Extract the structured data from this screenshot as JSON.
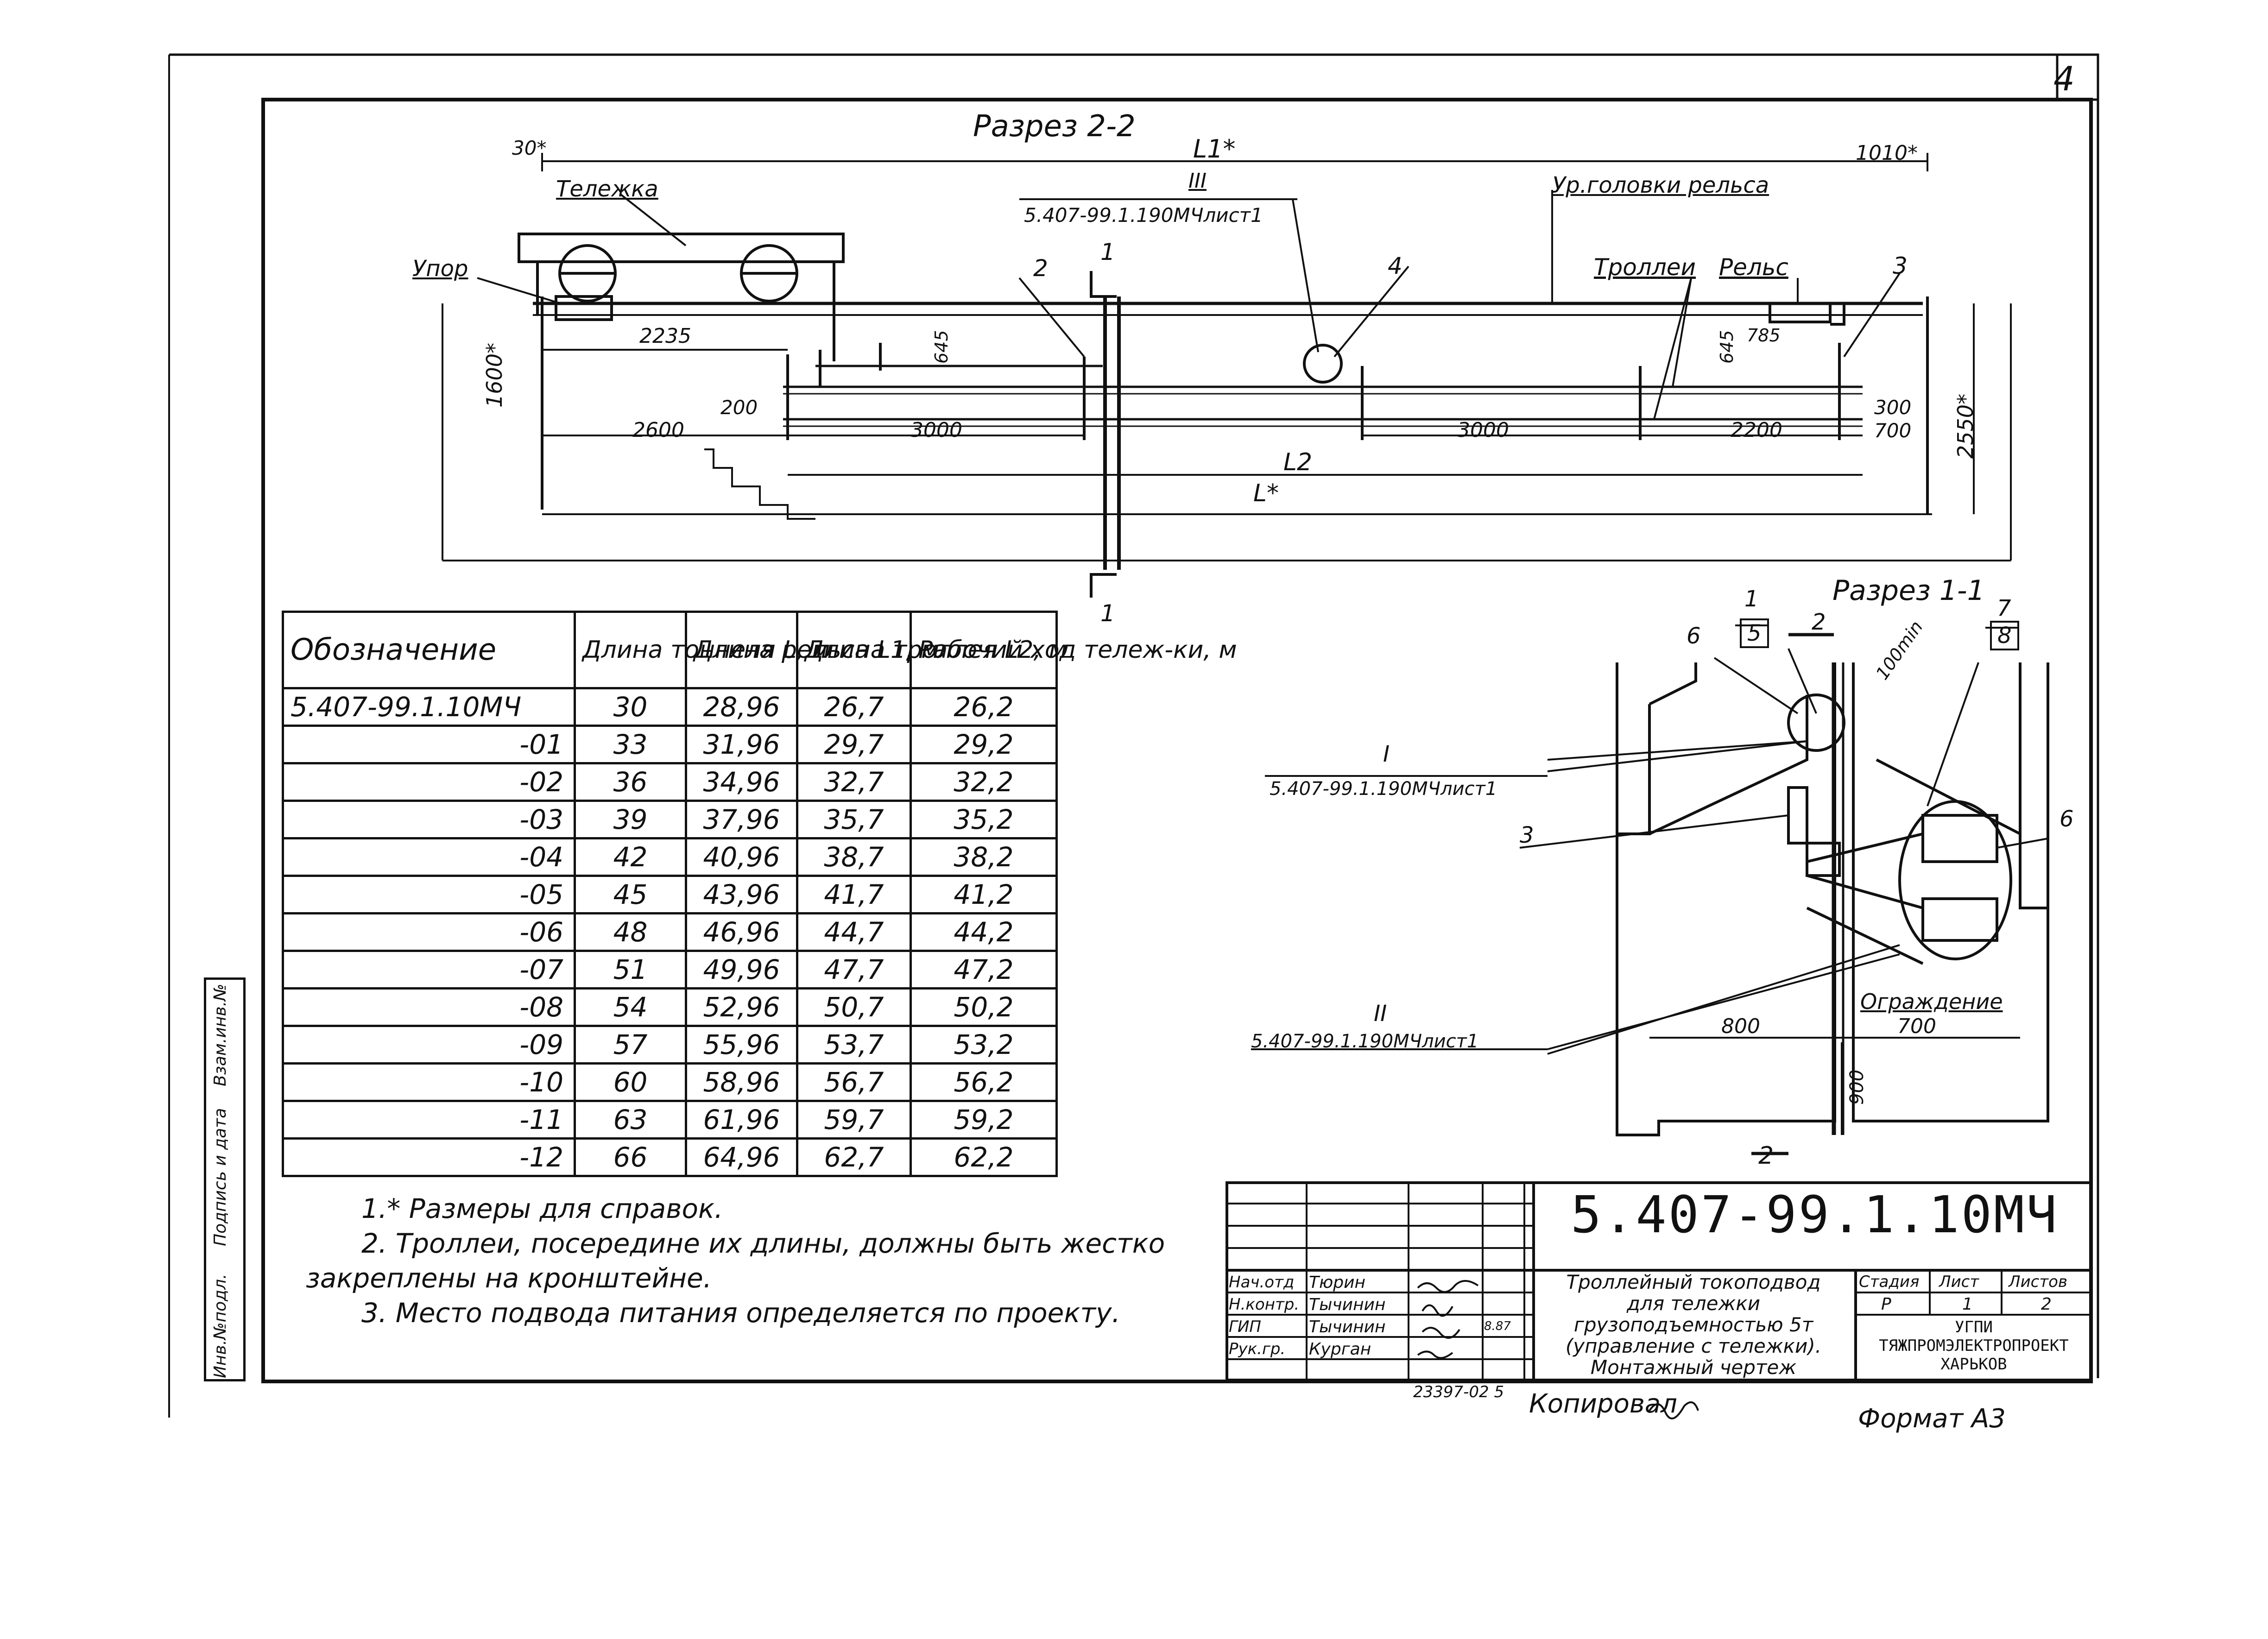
{
  "sheet_number": "4",
  "section_22": {
    "title": "Разрез 2-2",
    "labels": {
      "dim_30": "30*",
      "L1": "L1*",
      "dim_1010": "1010*",
      "trolley": "Тележка",
      "stop": "Упор",
      "ref_III": "III",
      "ref_III_doc": "5.407-99.1.190МЧлист1",
      "rail_head_level": "Ур.головки рельса",
      "callout_2": "2",
      "callout_4": "4",
      "callout_3": "3",
      "trolleys": "Троллеи",
      "rail": "Рельс",
      "section_mark": "1",
      "dim_2235": "2235",
      "dim_645a": "645",
      "dim_645b": "645",
      "dim_785": "785",
      "dim_1600": "1600*",
      "dim_2550": "2550*",
      "dim_200": "200",
      "dim_2600": "2600",
      "dim_3000a": "3000",
      "dim_3000b": "3000",
      "dim_2200": "2200",
      "dim_300": "300",
      "dim_700": "700",
      "L2": "L2",
      "L": "L*"
    }
  },
  "section_11": {
    "title": "Разрез 1-1",
    "labels": {
      "c1": "1",
      "c1_sheet": "5",
      "c2": "2",
      "c7": "7",
      "c7_sheet": "8",
      "c6a": "6",
      "c6b": "6",
      "c3": "3",
      "dim_100min": "100min",
      "ref_I": "I",
      "ref_I_doc": "5.407-99.1.190МЧлист1",
      "ref_II": "II",
      "ref_II_doc": "5.407-99.1.190МЧлист1",
      "guard": "Ограждение",
      "dim_800": "800",
      "dim_700": "700",
      "dim_900": "900",
      "section_mark_bottom": "2"
    }
  },
  "spec_table": {
    "headers": [
      "Обозначение",
      "Длина тоннеля L, м",
      "Длина рельса L1, м",
      "Длина троллея L2, м",
      "Рабочий ход тележ-ки, м"
    ],
    "rows": [
      [
        "5.407-99.1.10МЧ",
        "30",
        "28,96",
        "26,7",
        "26,2"
      ],
      [
        "-01",
        "33",
        "31,96",
        "29,7",
        "29,2"
      ],
      [
        "-02",
        "36",
        "34,96",
        "32,7",
        "32,2"
      ],
      [
        "-03",
        "39",
        "37,96",
        "35,7",
        "35,2"
      ],
      [
        "-04",
        "42",
        "40,96",
        "38,7",
        "38,2"
      ],
      [
        "-05",
        "45",
        "43,96",
        "41,7",
        "41,2"
      ],
      [
        "-06",
        "48",
        "46,96",
        "44,7",
        "44,2"
      ],
      [
        "-07",
        "51",
        "49,96",
        "47,7",
        "47,2"
      ],
      [
        "-08",
        "54",
        "52,96",
        "50,7",
        "50,2"
      ],
      [
        "-09",
        "57",
        "55,96",
        "53,7",
        "53,2"
      ],
      [
        "-10",
        "60",
        "58,96",
        "56,7",
        "56,2"
      ],
      [
        "-11",
        "63",
        "61,96",
        "59,7",
        "59,2"
      ],
      [
        "-12",
        "66",
        "64,96",
        "62,7",
        "62,2"
      ]
    ]
  },
  "notes": [
    "1.* Размеры для справок.",
    "2. Троллеи, посередине их длины, должны быть жестко",
    "закреплены на кронштейне.",
    "3. Место подвода питания определяется по проекту."
  ],
  "title_block": {
    "doc_code": "5.407-99.1.10МЧ",
    "description": [
      "Троллейный токоподвод",
      "для тележки",
      "грузоподъемностью 5т",
      "(управление с тележки).",
      "Монтажный чертеж"
    ],
    "stage_label": "Стадия",
    "sheet_label": "Лист",
    "sheets_label": "Листов",
    "stage": "Р",
    "sheet": "1",
    "sheets": "2",
    "org": [
      "УГПИ",
      "ТЯЖПРОМЭЛЕКТРОПРОЕКТ",
      "ХАРЬКОВ"
    ],
    "signers": [
      {
        "role": "Нач.отд",
        "name": "Тюрин"
      },
      {
        "role": "Н.контр.",
        "name": "Тычинин"
      },
      {
        "role": "ГИП",
        "name": "Тычинин"
      },
      {
        "role": "Рук.гр.",
        "name": "Курган"
      }
    ],
    "date": "8.87"
  },
  "side_stamp": [
    "Инв.№подл.",
    "Подпись и дата",
    "Взам.инв.№"
  ],
  "footer": {
    "archive_no": "23397-02 5",
    "copied_by": "Копировал",
    "format": "Формат А3"
  }
}
